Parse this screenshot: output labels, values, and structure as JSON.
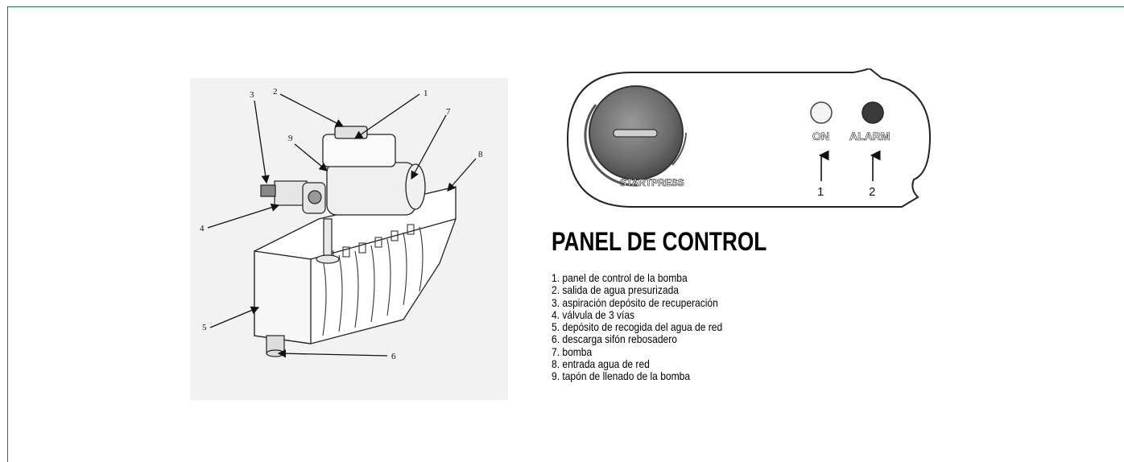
{
  "machine_figure": {
    "callouts": [
      "1",
      "2",
      "3",
      "4",
      "5",
      "6",
      "7",
      "8",
      "9"
    ]
  },
  "control_panel": {
    "button_label": "STARTPRESS",
    "lights": [
      {
        "label": "ON",
        "color": "#f4f4f4",
        "number": "1"
      },
      {
        "label": "ALARM",
        "color": "#3a3a3a",
        "number": "2"
      }
    ]
  },
  "title": "PANEL DE CONTROL",
  "legend": [
    "1. panel de control de la bomba",
    "2. salida de agua presurizada",
    "3. aspiración depósito de recuperación",
    "4. válvula de 3 vías",
    "5. depósito de recogida del agua de red",
    "6. descarga sifón rebosadero",
    "7. bomba",
    "8. entrada agua de red",
    "9. tapón de llenado de la bomba"
  ],
  "colors": {
    "frame": "#2f6f3a",
    "ink": "#111111"
  }
}
